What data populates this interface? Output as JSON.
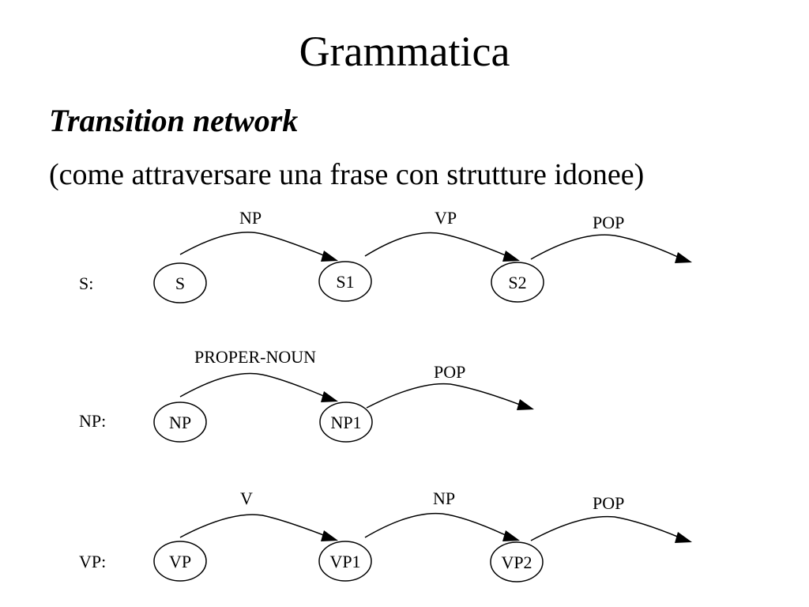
{
  "title": "Grammatica",
  "subtitle": "Transition network",
  "description": "(come attraversare una frase con strutture idonee)",
  "networks": [
    {
      "label": "S:",
      "nodes": [
        "S",
        "S1",
        "S2"
      ],
      "arcs": [
        "NP",
        "VP",
        "POP"
      ]
    },
    {
      "label": "NP:",
      "nodes": [
        "NP",
        "NP1"
      ],
      "arcs": [
        "PROPER-NOUN",
        "POP"
      ]
    },
    {
      "label": "VP:",
      "nodes": [
        "VP",
        "VP1",
        "VP2"
      ],
      "arcs": [
        "V",
        "NP",
        "POP"
      ]
    }
  ]
}
